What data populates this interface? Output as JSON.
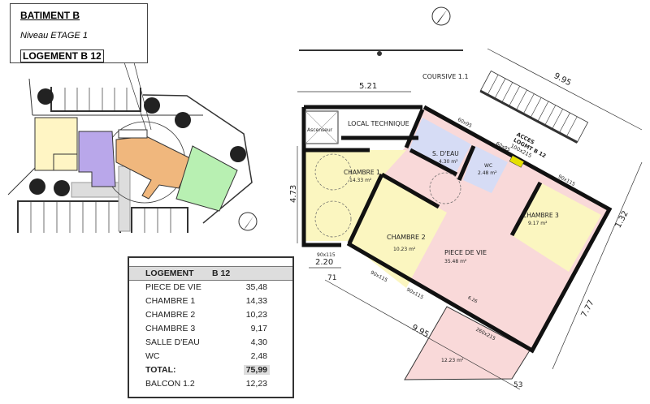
{
  "header": {
    "building": "BATIMENT B",
    "level": "Niveau ETAGE 1",
    "unit": "LOGEMENT B 12"
  },
  "colors": {
    "unit_b12": "#f0b77d",
    "unit_yellow": "#fff5c4",
    "unit_purple": "#b9a7ea",
    "unit_green": "#b8f0b2",
    "living_pink": "#f9d9d9",
    "bedroom_yellow": "#fbf6c0",
    "wet_room_blue": "#d6dcf5"
  },
  "icons": [
    "north-arrow-icon",
    "tree-icon"
  ],
  "plan": {
    "coursive": "COURSIVE 1.1",
    "rooms": {
      "ascenseur": "Ascenseur",
      "local_technique": "LOCAL TECHNIQUE",
      "chambre1": "CHAMBRE 1",
      "chambre1_area": "14.33 m²",
      "sdeau": "S. D'EAU",
      "sdeau_area": "4.30 m²",
      "wc": "WC",
      "wc_area": "2.48 m²",
      "chambre2": "CHAMBRE 2",
      "chambre2_area": "10.23 m²",
      "piece_de_vie": "PIECE DE VIE",
      "piece_de_vie_area": "35.48 m²",
      "chambre3": "CHAMBRE 3",
      "chambre3_area": "9.17 m²",
      "balcon_area": "12.23 m²"
    },
    "access": {
      "line1": "ACCES",
      "line2": "LOGMT B 12",
      "line3": "100x215"
    },
    "dimensions": {
      "d_521": "5.21",
      "d_995_top": "9.95",
      "d_473": "4.73",
      "d_132": "1.32",
      "d_777": "7.77",
      "d_220": "2.20",
      "d_71": "71",
      "d_995_bottom": "9.95",
      "d_53": "53",
      "d_626": "6.26"
    },
    "openings": {
      "o1": "60x95",
      "o2": "60x95",
      "o3": "90x115",
      "o4": "90x115",
      "o5": "90x115",
      "o6": "90x115",
      "o7": "260x215"
    }
  },
  "table": {
    "header_label": "LOGEMENT",
    "header_value": "B 12",
    "rows": [
      {
        "label": "PIECE DE VIE",
        "value": "35,48"
      },
      {
        "label": "CHAMBRE 1",
        "value": "14,33"
      },
      {
        "label": "CHAMBRE 2",
        "value": "10,23"
      },
      {
        "label": "CHAMBRE 3",
        "value": "9,17"
      },
      {
        "label": "SALLE D'EAU",
        "value": "4,30"
      },
      {
        "label": "WC",
        "value": "2,48"
      },
      {
        "label": "TOTAL:",
        "value": "75,99"
      },
      {
        "label": "BALCON 1.2",
        "value": "12,23"
      }
    ]
  }
}
